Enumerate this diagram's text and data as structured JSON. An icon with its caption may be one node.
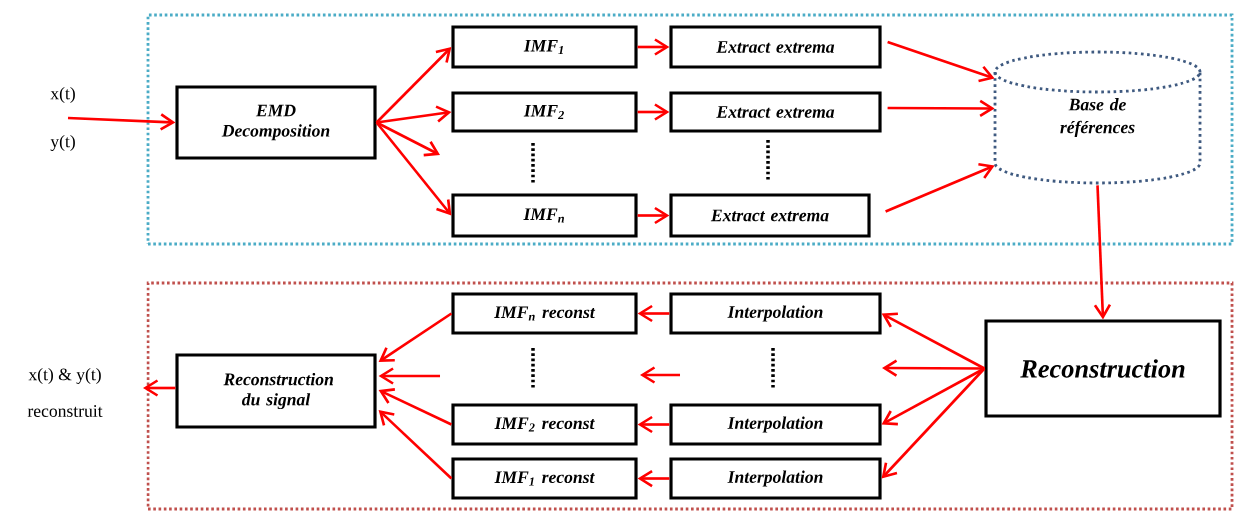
{
  "diagram": {
    "nodes": [
      {
        "text": [],
        "shape": "box"
      },
      {
        "text": [],
        "shape": "box"
      },
      {
        "text": [
          "EMD Decomposition"
        ],
        "in": 0
      },
      {
        "text": [
          "IMF$_{1}$"
        ],
        "in": 0
      },
      {
        "text": [
          "IMF$_{2}$"
        ],
        "in": 0
      },
      {
        "text": [
          "IMF$_{n}$"
        ],
        "in": 0
      },
      {
        "text": [
          "Extract extrema"
        ],
        "in": 0
      },
      {
        "text": [
          "Extract extrema"
        ],
        "in": 0
      },
      {
        "text": [
          "Extract extrema"
        ],
        "in": 0
      },
      {
        "text": [
          "Base de références"
        ],
        "in": 0
      },
      {
        "text": [
          "Reconstruction"
        ],
        "in": 1
      },
      {
        "text": [
          "Interpolation"
        ],
        "in": 1
      },
      {
        "text": [
          "Interpolation"
        ],
        "in": 1
      },
      {
        "text": [
          "Interpolation"
        ],
        "in": 1
      },
      {
        "text": [
          "IMF$_{n}$ reconst"
        ],
        "in": 1
      },
      {
        "text": [
          "IMF$_{2}$ reconst"
        ],
        "in": 1
      },
      {
        "text": [
          "IMF$_{1}$ reconst"
        ],
        "in": 1
      },
      {
        "text": [
          "Reconstruction du signal"
        ],
        "in": 1
      }
    ],
    "edges": [
      {
        "from": null,
        "to": 2,
        "arrow": "to"
      },
      {
        "from": 2,
        "to": 3,
        "arrow": "to"
      },
      {
        "from": 2,
        "to": 4,
        "arrow": "to"
      },
      {
        "from": 2,
        "to": 5,
        "arrow": "to"
      },
      {
        "from": 2,
        "to": null,
        "arrow": "to"
      },
      {
        "from": 3,
        "to": 6,
        "arrow": "to"
      },
      {
        "from": 4,
        "to": 7,
        "arrow": "to"
      },
      {
        "from": 5,
        "to": 8,
        "arrow": "to"
      },
      {
        "from": 6,
        "to": 9,
        "arrow": "to"
      },
      {
        "from": 7,
        "to": 9,
        "arrow": "to"
      },
      {
        "from": 8,
        "to": 9,
        "arrow": "to"
      },
      {
        "from": 9,
        "to": 10,
        "arrow": "to"
      },
      {
        "from": 10,
        "to": 11,
        "arrow": "to"
      },
      {
        "from": 10,
        "to": 12,
        "arrow": "to"
      },
      {
        "from": 10,
        "to": 13,
        "arrow": "to"
      },
      {
        "from": 10,
        "to": null,
        "arrow": "to"
      },
      {
        "from": 11,
        "to": 14,
        "arrow": "to"
      },
      {
        "from": 12,
        "to": 15,
        "arrow": "to"
      },
      {
        "from": 13,
        "to": 16,
        "arrow": "to"
      },
      {
        "from": 14,
        "to": 17,
        "arrow": "to"
      },
      {
        "from": 15,
        "to": 17,
        "arrow": "to"
      },
      {
        "from": 16,
        "to": 17,
        "arrow": "to"
      },
      {
        "from": null,
        "to": 17,
        "arrow": "to"
      },
      {
        "from": 17,
        "to": null,
        "arrow": "to"
      }
    ],
    "labels": [
      "x(t)",
      "y(t)",
      "x(t) & y(t)",
      "reconstruit"
    ]
  }
}
